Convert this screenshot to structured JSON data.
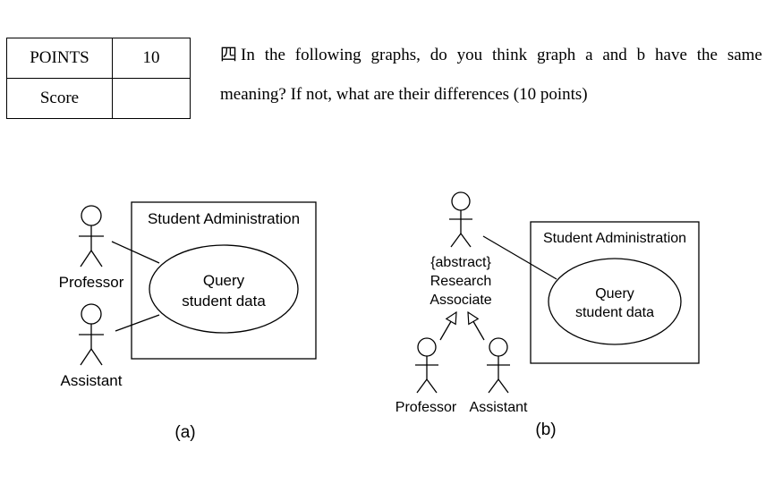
{
  "score_table": {
    "points_label": "POINTS",
    "points_value": "10",
    "score_label": "Score",
    "score_value": ""
  },
  "question": {
    "number": "四",
    "line1_words": [
      "In",
      "the",
      "following",
      "graphs,",
      "do",
      "you",
      "think",
      "graph",
      "a",
      "and",
      "b",
      "have",
      "the",
      "same"
    ],
    "line2": "meaning? If not, what are their differences (10 points)"
  },
  "diagram_a": {
    "system_name": "Student Administration",
    "use_case_line1": "Query",
    "use_case_line2": "student data",
    "actor1": "Professor",
    "actor2": "Assistant",
    "caption": "(a)"
  },
  "diagram_b": {
    "system_name": "Student Administration",
    "use_case_line1": "Query",
    "use_case_line2": "student data",
    "abstract_actor_line1": "{abstract}",
    "abstract_actor_line2": "Research",
    "abstract_actor_line3": "Associate",
    "actor1": "Professor",
    "actor2": "Assistant",
    "caption": "(b)"
  }
}
